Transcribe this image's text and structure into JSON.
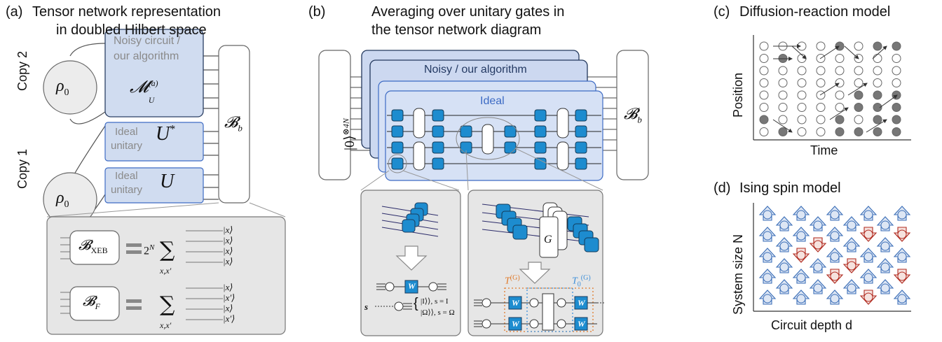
{
  "panel_a": {
    "label": "(a)",
    "title_line1": "Tensor network representation",
    "title_line2": "in doubled Hilbert space",
    "copy2": "Copy 2",
    "copy1": "Copy 1",
    "rho0": "ρ0",
    "noisy_line1": "Noisy circuit /",
    "noisy_line2": "our algorithm",
    "noisy_op": "M_U^(a)",
    "ideal_word": "Ideal",
    "unitary_word": "unitary",
    "u_star": "U*",
    "u": "U",
    "boundary": "B_b",
    "bxeb_lhs": "B_XEB",
    "bxeb_coef": "2^N",
    "bf_lhs": "B_F",
    "sum_index": "x,x′",
    "ket_x": "|x⟩",
    "ket_xp": "|x′⟩"
  },
  "panel_b": {
    "label": "(b)",
    "title_line1": "Averaging over unitary gates in",
    "title_line2": "the tensor network diagram",
    "init_state": "|0⟩^⊗4N",
    "noisy_label": "Noisy / our algorithm",
    "ideal_label": "Ideal",
    "boundary": "B_b",
    "gate_W": "W",
    "gate_G": "G",
    "T_label": "T^(G)",
    "T0_label": "T_0^(G)",
    "s_label": "s",
    "case1": "|I⟩⟩, s = I",
    "case2": "|Ω⟩⟩, s = Ω"
  },
  "panel_c": {
    "label": "(c)",
    "title": "Diffusion-reaction model",
    "ylabel": "Position",
    "xlabel": "Time"
  },
  "panel_d": {
    "label": "(d)",
    "title": "Ising spin model",
    "ylabel": "System size N",
    "xlabel": "Circuit depth d"
  }
}
